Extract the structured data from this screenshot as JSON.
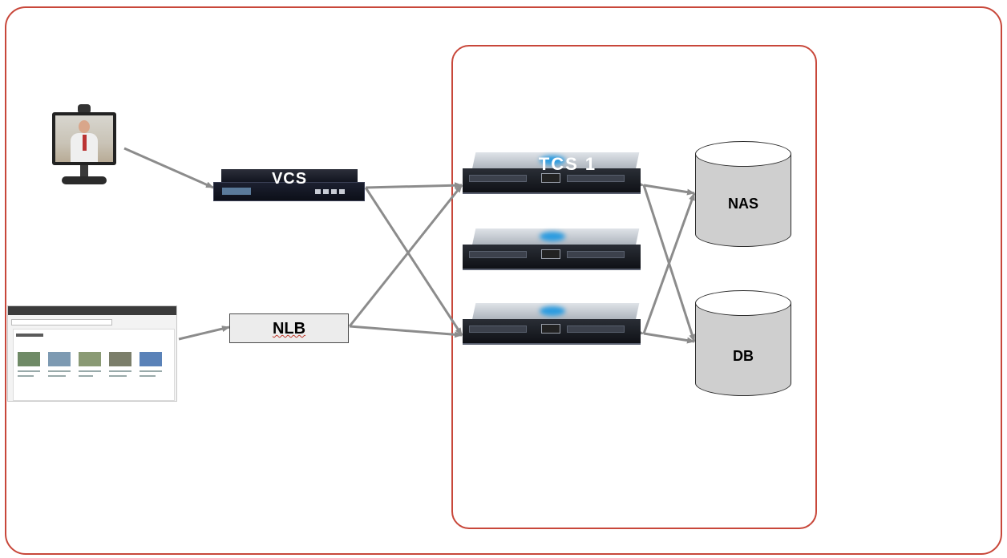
{
  "nodes": {
    "vcs": {
      "label": "VCS"
    },
    "nlb": {
      "label": "NLB"
    },
    "tcs1": {
      "label": "TCS 1"
    },
    "nas": {
      "label": "NAS"
    },
    "db": {
      "label": "DB"
    }
  },
  "edges": [
    {
      "from": "endpoint",
      "to": "vcs"
    },
    {
      "from": "web-portal",
      "to": "nlb"
    },
    {
      "from": "vcs",
      "to": "tcs1"
    },
    {
      "from": "vcs",
      "to": "tcs3"
    },
    {
      "from": "nlb",
      "to": "tcs1"
    },
    {
      "from": "nlb",
      "to": "tcs3"
    },
    {
      "from": "tcs1",
      "to": "nas"
    },
    {
      "from": "tcs1",
      "to": "db"
    },
    {
      "from": "tcs3",
      "to": "nas"
    },
    {
      "from": "tcs3",
      "to": "db"
    }
  ],
  "colors": {
    "frame": "#c8473a",
    "arrow": "#8c8c8c",
    "cylinder": "#cfcfcf"
  },
  "icons": [
    "video-endpoint-icon",
    "vcs-appliance-icon",
    "web-portal-icon",
    "rack-server-icon",
    "storage-cylinder-icon"
  ]
}
